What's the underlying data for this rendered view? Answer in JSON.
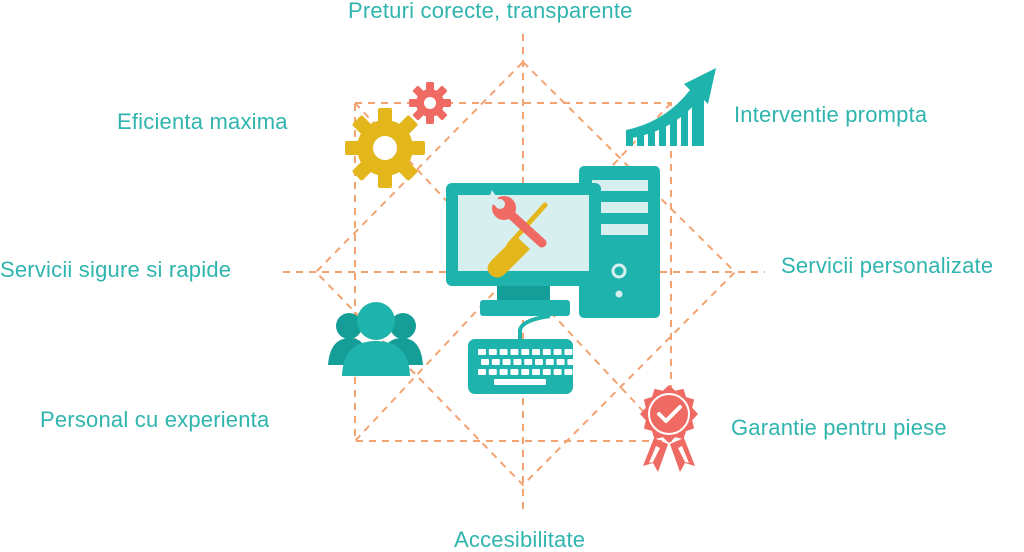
{
  "colors": {
    "teal": "#1fb3ad",
    "teal_dark": "#159e98",
    "screen": "#d8efef",
    "coral": "#ef6a62",
    "yellow": "#e3b61b",
    "dash": "#f3a372",
    "text": "#2fb5ae"
  },
  "labels": {
    "top": "Preturi corecte, transparente",
    "top_left": "Eficienta maxima",
    "top_right": "Interventie prompta",
    "left": "Servicii sigure si rapide",
    "right": "Servicii personalizate",
    "bottom_left": "Personal cu experienta",
    "bottom_right": "Garantie pentru piese",
    "bottom": "Accesibilitate"
  },
  "icons": {
    "gears": "gears-icon",
    "growth": "growth-chart-icon",
    "people": "people-group-icon",
    "badge": "guarantee-badge-icon",
    "computer": "computer-repair-icon"
  }
}
